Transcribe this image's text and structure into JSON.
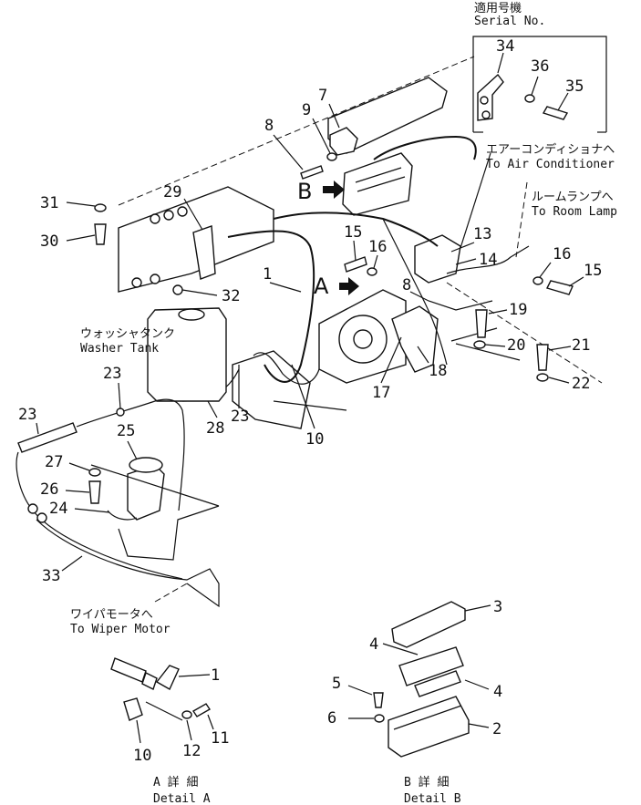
{
  "serial": {
    "jp": "適用号機",
    "en": "Serial No."
  },
  "callouts": {
    "air_conditioner": {
      "jp": "エアーコンディショナへ",
      "en": "To Air Conditioner"
    },
    "room_lamp": {
      "jp": "ルームランプへ",
      "en": "To Room Lamp"
    },
    "washer_tank": {
      "jp": "ウォッシャタンク",
      "en": "Washer Tank"
    },
    "wiper_motor": {
      "jp": "ワイパモータへ",
      "en": "To Wiper Motor"
    },
    "detail_a": {
      "jp": "A 詳 細",
      "en": "Detail A"
    },
    "detail_b": {
      "jp": "B 詳 細",
      "en": "Detail B"
    }
  },
  "markers": {
    "a": "A",
    "b": "B"
  },
  "part_numbers": {
    "p1": "1",
    "p1b": "1",
    "p2": "2",
    "p3": "3",
    "p4a": "4",
    "p4b": "4",
    "p5": "5",
    "p6": "6",
    "p7": "7",
    "p8a": "8",
    "p8b": "8",
    "p9": "9",
    "p10a": "10",
    "p10b": "10",
    "p11": "11",
    "p12": "12",
    "p13": "13",
    "p14": "14",
    "p15a": "15",
    "p15b": "15",
    "p16a": "16",
    "p16b": "16",
    "p17": "17",
    "p18": "18",
    "p19": "19",
    "p20": "20",
    "p21": "21",
    "p22": "22",
    "p23a": "23",
    "p23b": "23",
    "p23c": "23",
    "p24": "24",
    "p25": "25",
    "p26": "26",
    "p27": "27",
    "p28": "28",
    "p29": "29",
    "p30": "30",
    "p31": "31",
    "p32": "32",
    "p33": "33",
    "p34": "34",
    "p35": "35",
    "p36": "36"
  }
}
